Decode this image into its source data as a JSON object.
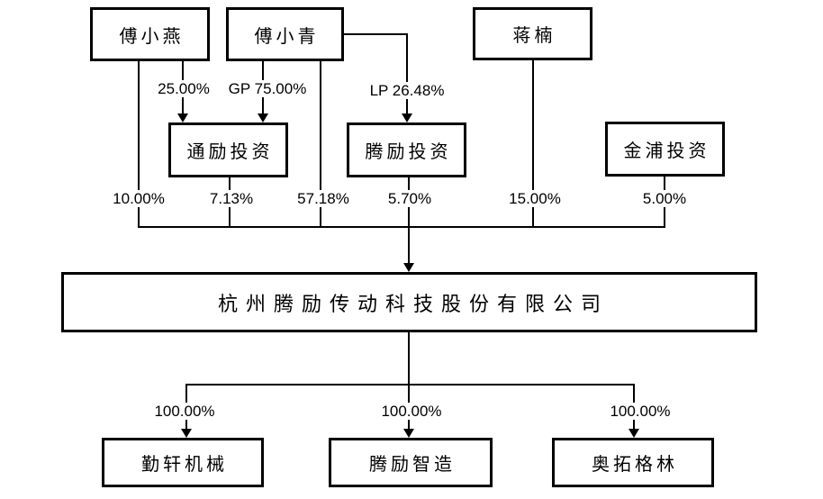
{
  "diagram": {
    "title": "equity-ownership-structure",
    "colors": {
      "line": "#000000",
      "background": "#ffffff",
      "text": "#000000"
    },
    "nodes": {
      "fu_xiaoyan": {
        "label": "傅小燕"
      },
      "fu_xiaoqing": {
        "label": "傅小青"
      },
      "jiang_nan": {
        "label": "蒋楠"
      },
      "tongli_touzi": {
        "label": "通励投资"
      },
      "tengli_touzi": {
        "label": "腾励投资"
      },
      "jinpu_touzi": {
        "label": "金浦投资"
      },
      "company": {
        "label": "杭州腾励传动科技股份有限公司"
      },
      "qinxuan_jixie": {
        "label": "勤轩机械"
      },
      "tengli_zhizao": {
        "label": "腾励智造"
      },
      "aotuo_gelin": {
        "label": "奥拓格林"
      }
    },
    "edges": {
      "fu_xiaoyan_to_tongli": {
        "label": "25.00%"
      },
      "fu_xiaoqing_to_tongli": {
        "label": "GP 75.00%"
      },
      "fu_xiaoqing_to_tengli": {
        "label": "LP 26.48%"
      },
      "fu_xiaoyan_to_company": {
        "label": "10.00%"
      },
      "tongli_to_company": {
        "label": "7.13%"
      },
      "fu_xiaoqing_to_company": {
        "label": "57.18%"
      },
      "tengli_to_company": {
        "label": "5.70%"
      },
      "jiang_nan_to_company": {
        "label": "15.00%"
      },
      "jinpu_to_company": {
        "label": "5.00%"
      },
      "company_to_qinxuan": {
        "label": "100.00%"
      },
      "company_to_tengli_zhizao": {
        "label": "100.00%"
      },
      "company_to_aotuo_gelin": {
        "label": "100.00%"
      }
    }
  }
}
